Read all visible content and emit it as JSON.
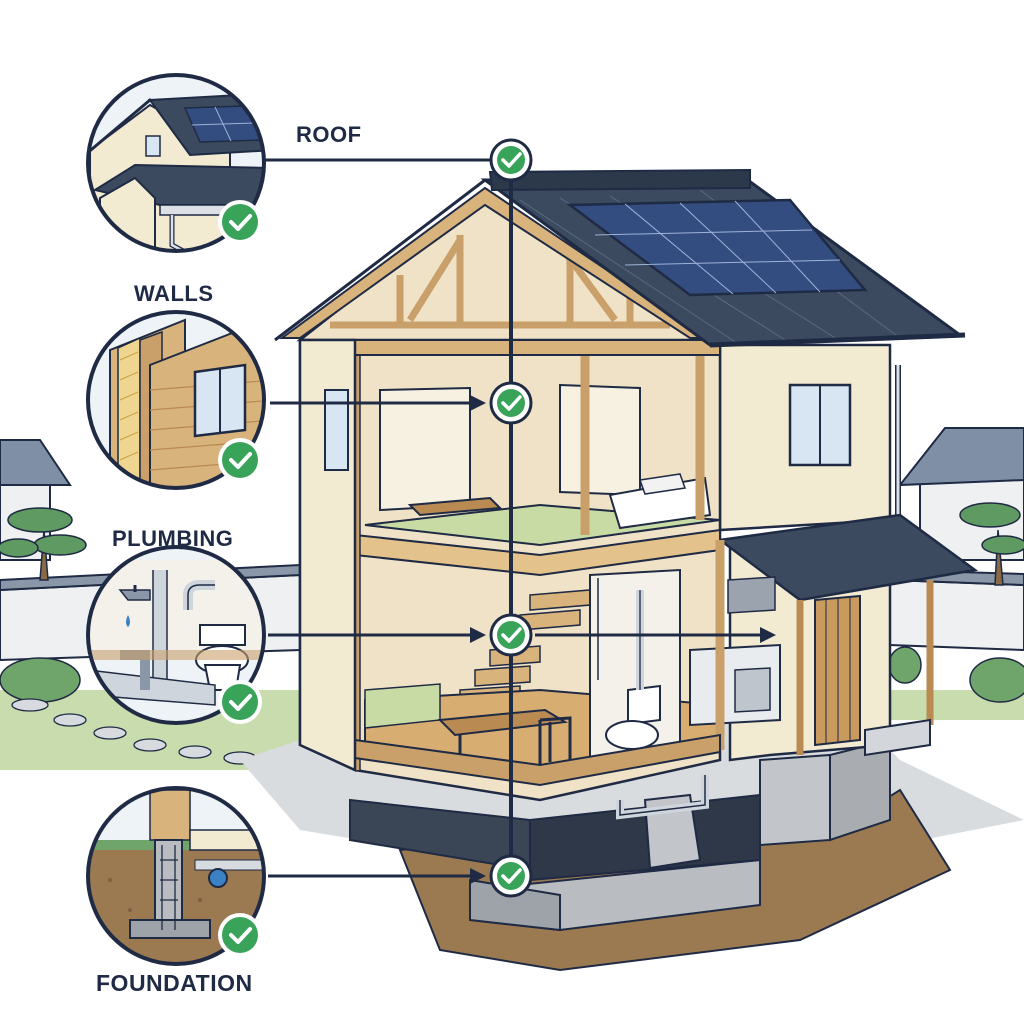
{
  "labels": {
    "roof": "ROOF",
    "walls": "WALLS",
    "plumbing": "PLUMBING",
    "foundation": "FOUNDATION"
  },
  "colors": {
    "outline": "#1f2a44",
    "check_green": "#3aa35a",
    "timber": "#d9b37c",
    "roof_tiles": "#3b4a5e",
    "solar_panel": "#334d80",
    "wall_plaster": "#f3ead2",
    "tatami": "#c9dba5",
    "concrete": "#b9bcc0",
    "soil": "#9b7a52",
    "grass": "#c8dcae"
  },
  "icons": {
    "inspection_point": "check-circle-icon"
  }
}
